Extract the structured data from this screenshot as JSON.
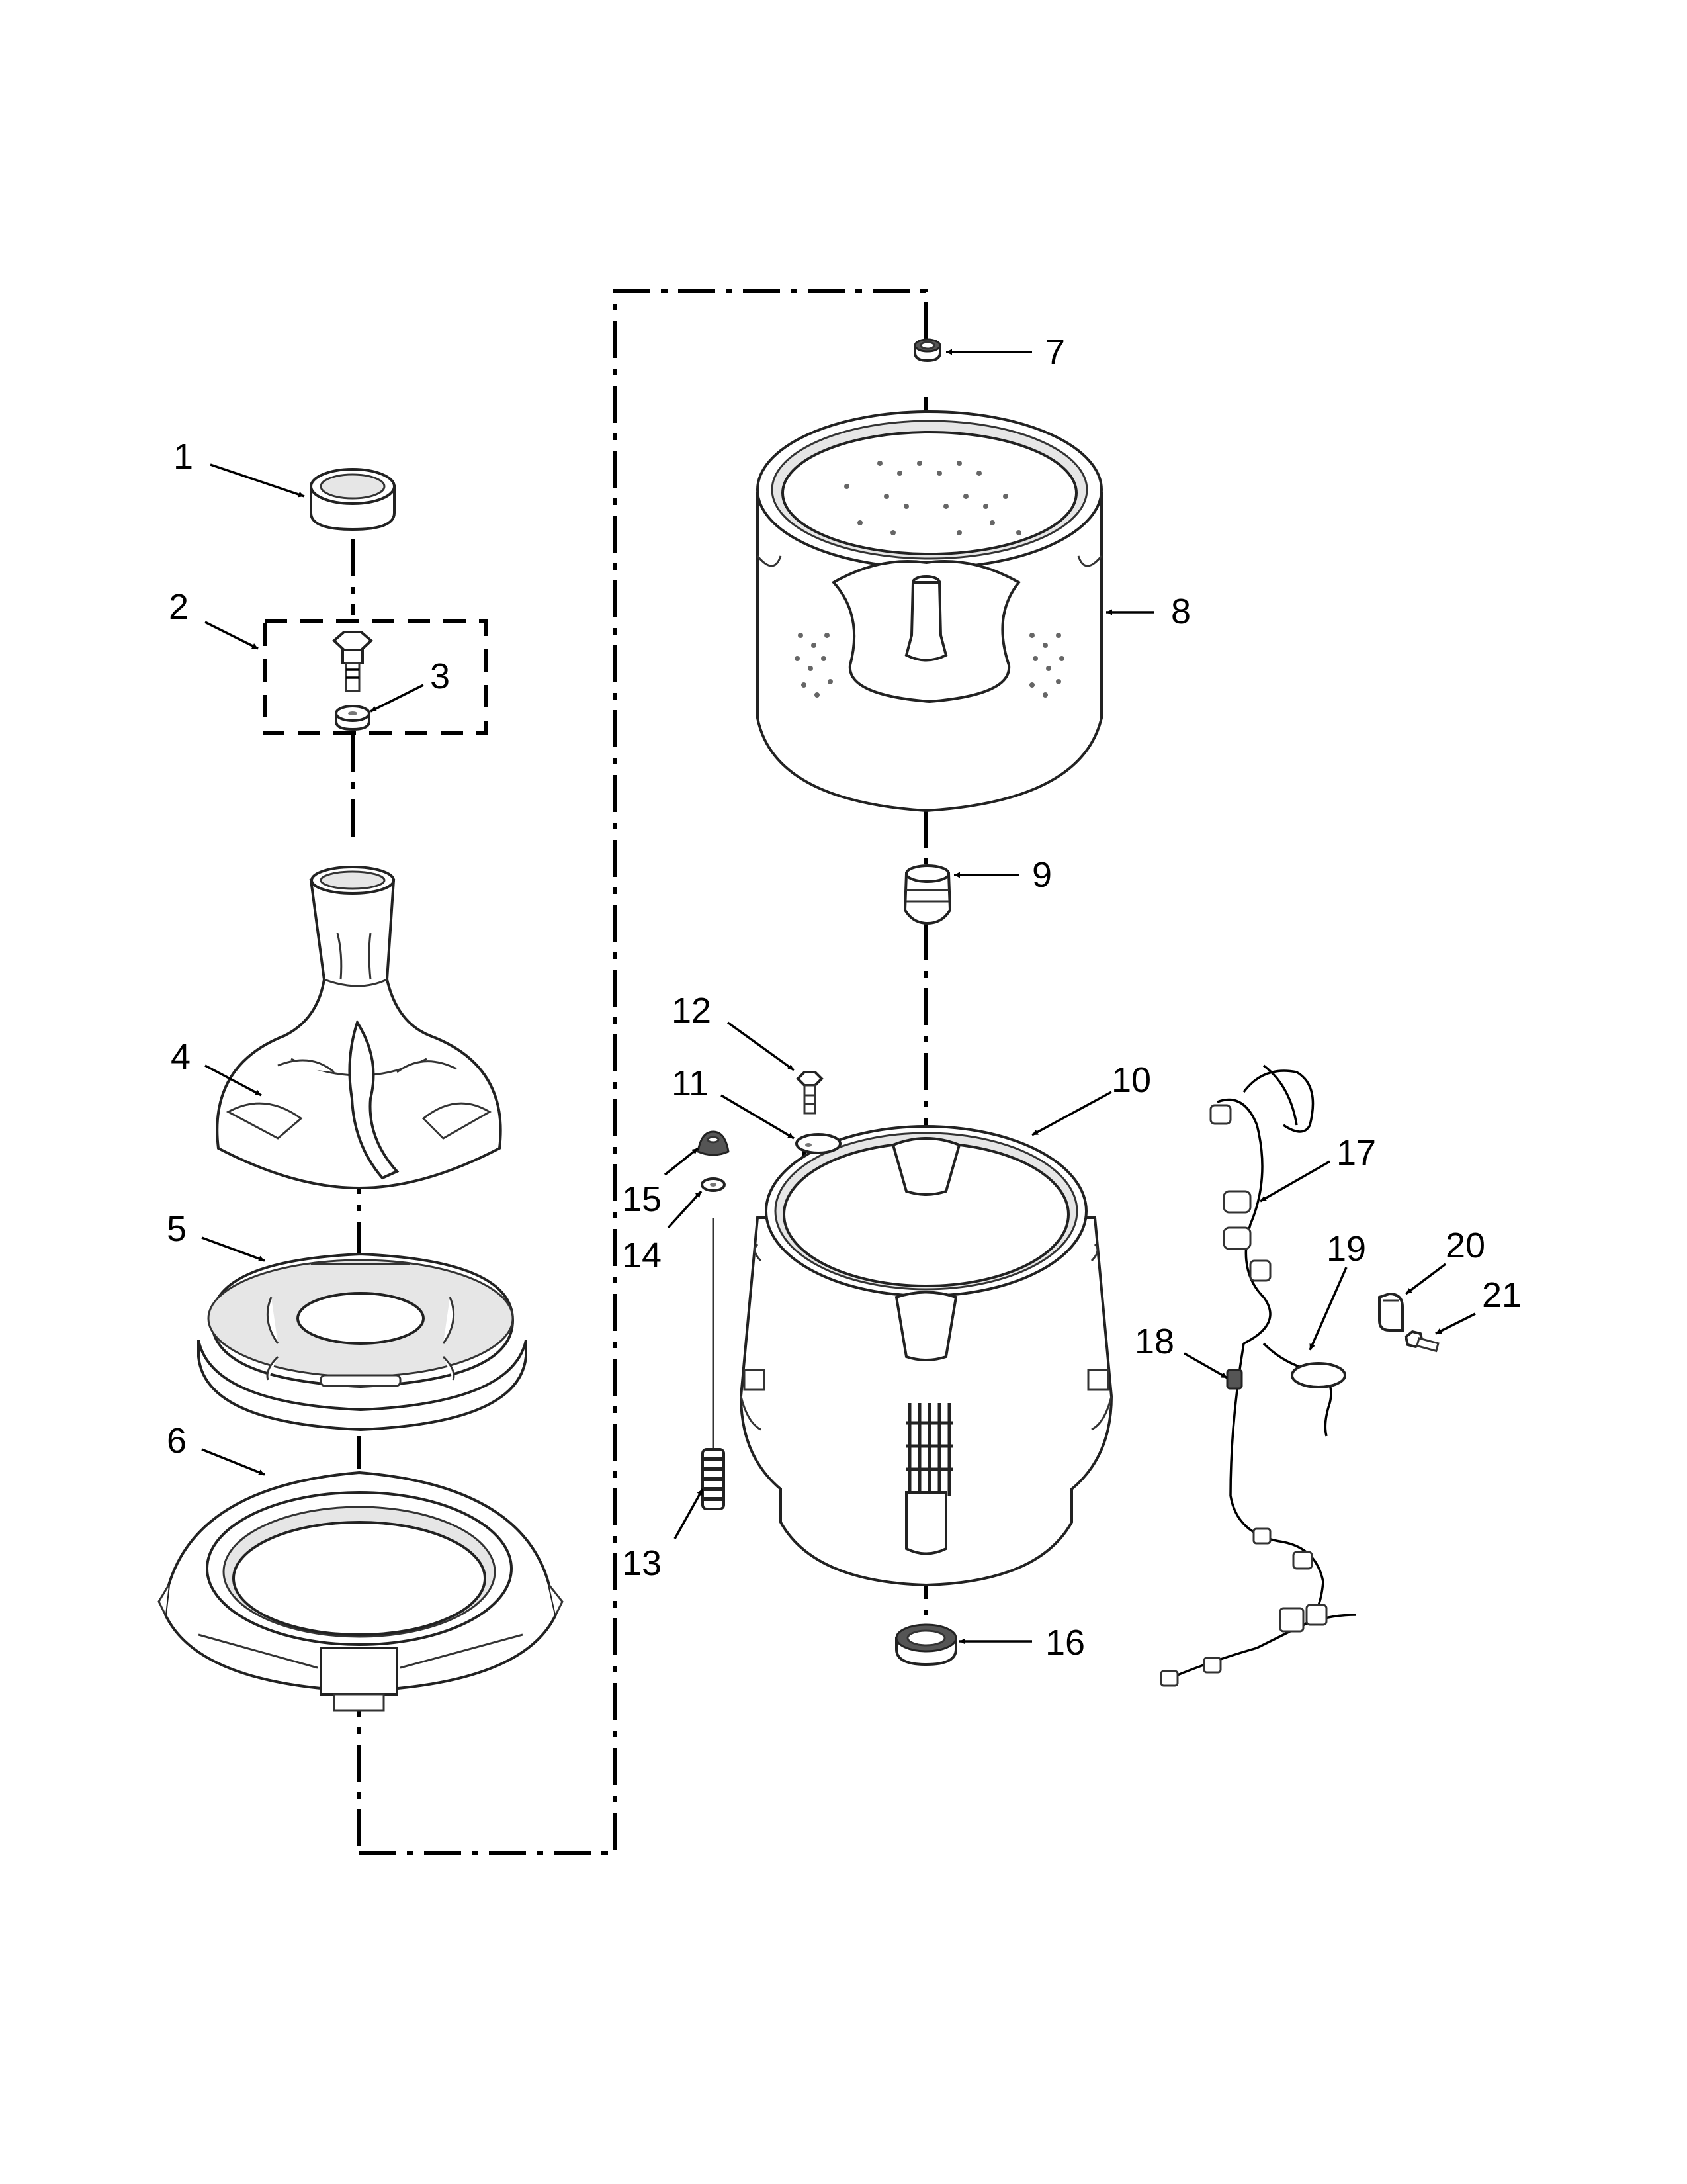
{
  "diagram": {
    "part_numbers": [
      "1",
      "2",
      "3",
      "4",
      "5",
      "6",
      "7",
      "8",
      "9",
      "10",
      "11",
      "12",
      "13",
      "14",
      "15",
      "16",
      "17",
      "18",
      "19",
      "20",
      "21"
    ]
  }
}
